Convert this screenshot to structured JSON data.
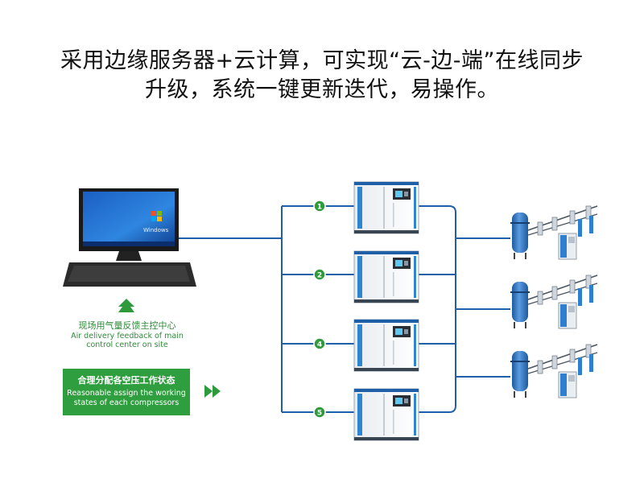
{
  "headline": {
    "line1": "采用边缘服务器+云计算，可实现“云-边-端”在线同步",
    "line2": "升级，系统一键更新迭代，易操作。"
  },
  "computer": {
    "screen_logo": "Windows"
  },
  "feedback": {
    "label_cn": "现场用气量反馈主控中心",
    "label_en_line1": "Air delivery feedback of main",
    "label_en_line2": "control center on site"
  },
  "assign_box": {
    "label_cn": "合理分配各空压工作状态",
    "label_en_line1": "Reasonable assign the working",
    "label_en_line2": "states of each compressors"
  },
  "compressors": [
    {
      "number": "1"
    },
    {
      "number": "2"
    },
    {
      "number": "4"
    },
    {
      "number": "5"
    }
  ],
  "colors": {
    "line_blue": "#1f5fa8",
    "accent_green": "#2e9a3c",
    "box_green": "#2f9e3f",
    "tank_blue": "#2a6db5"
  }
}
